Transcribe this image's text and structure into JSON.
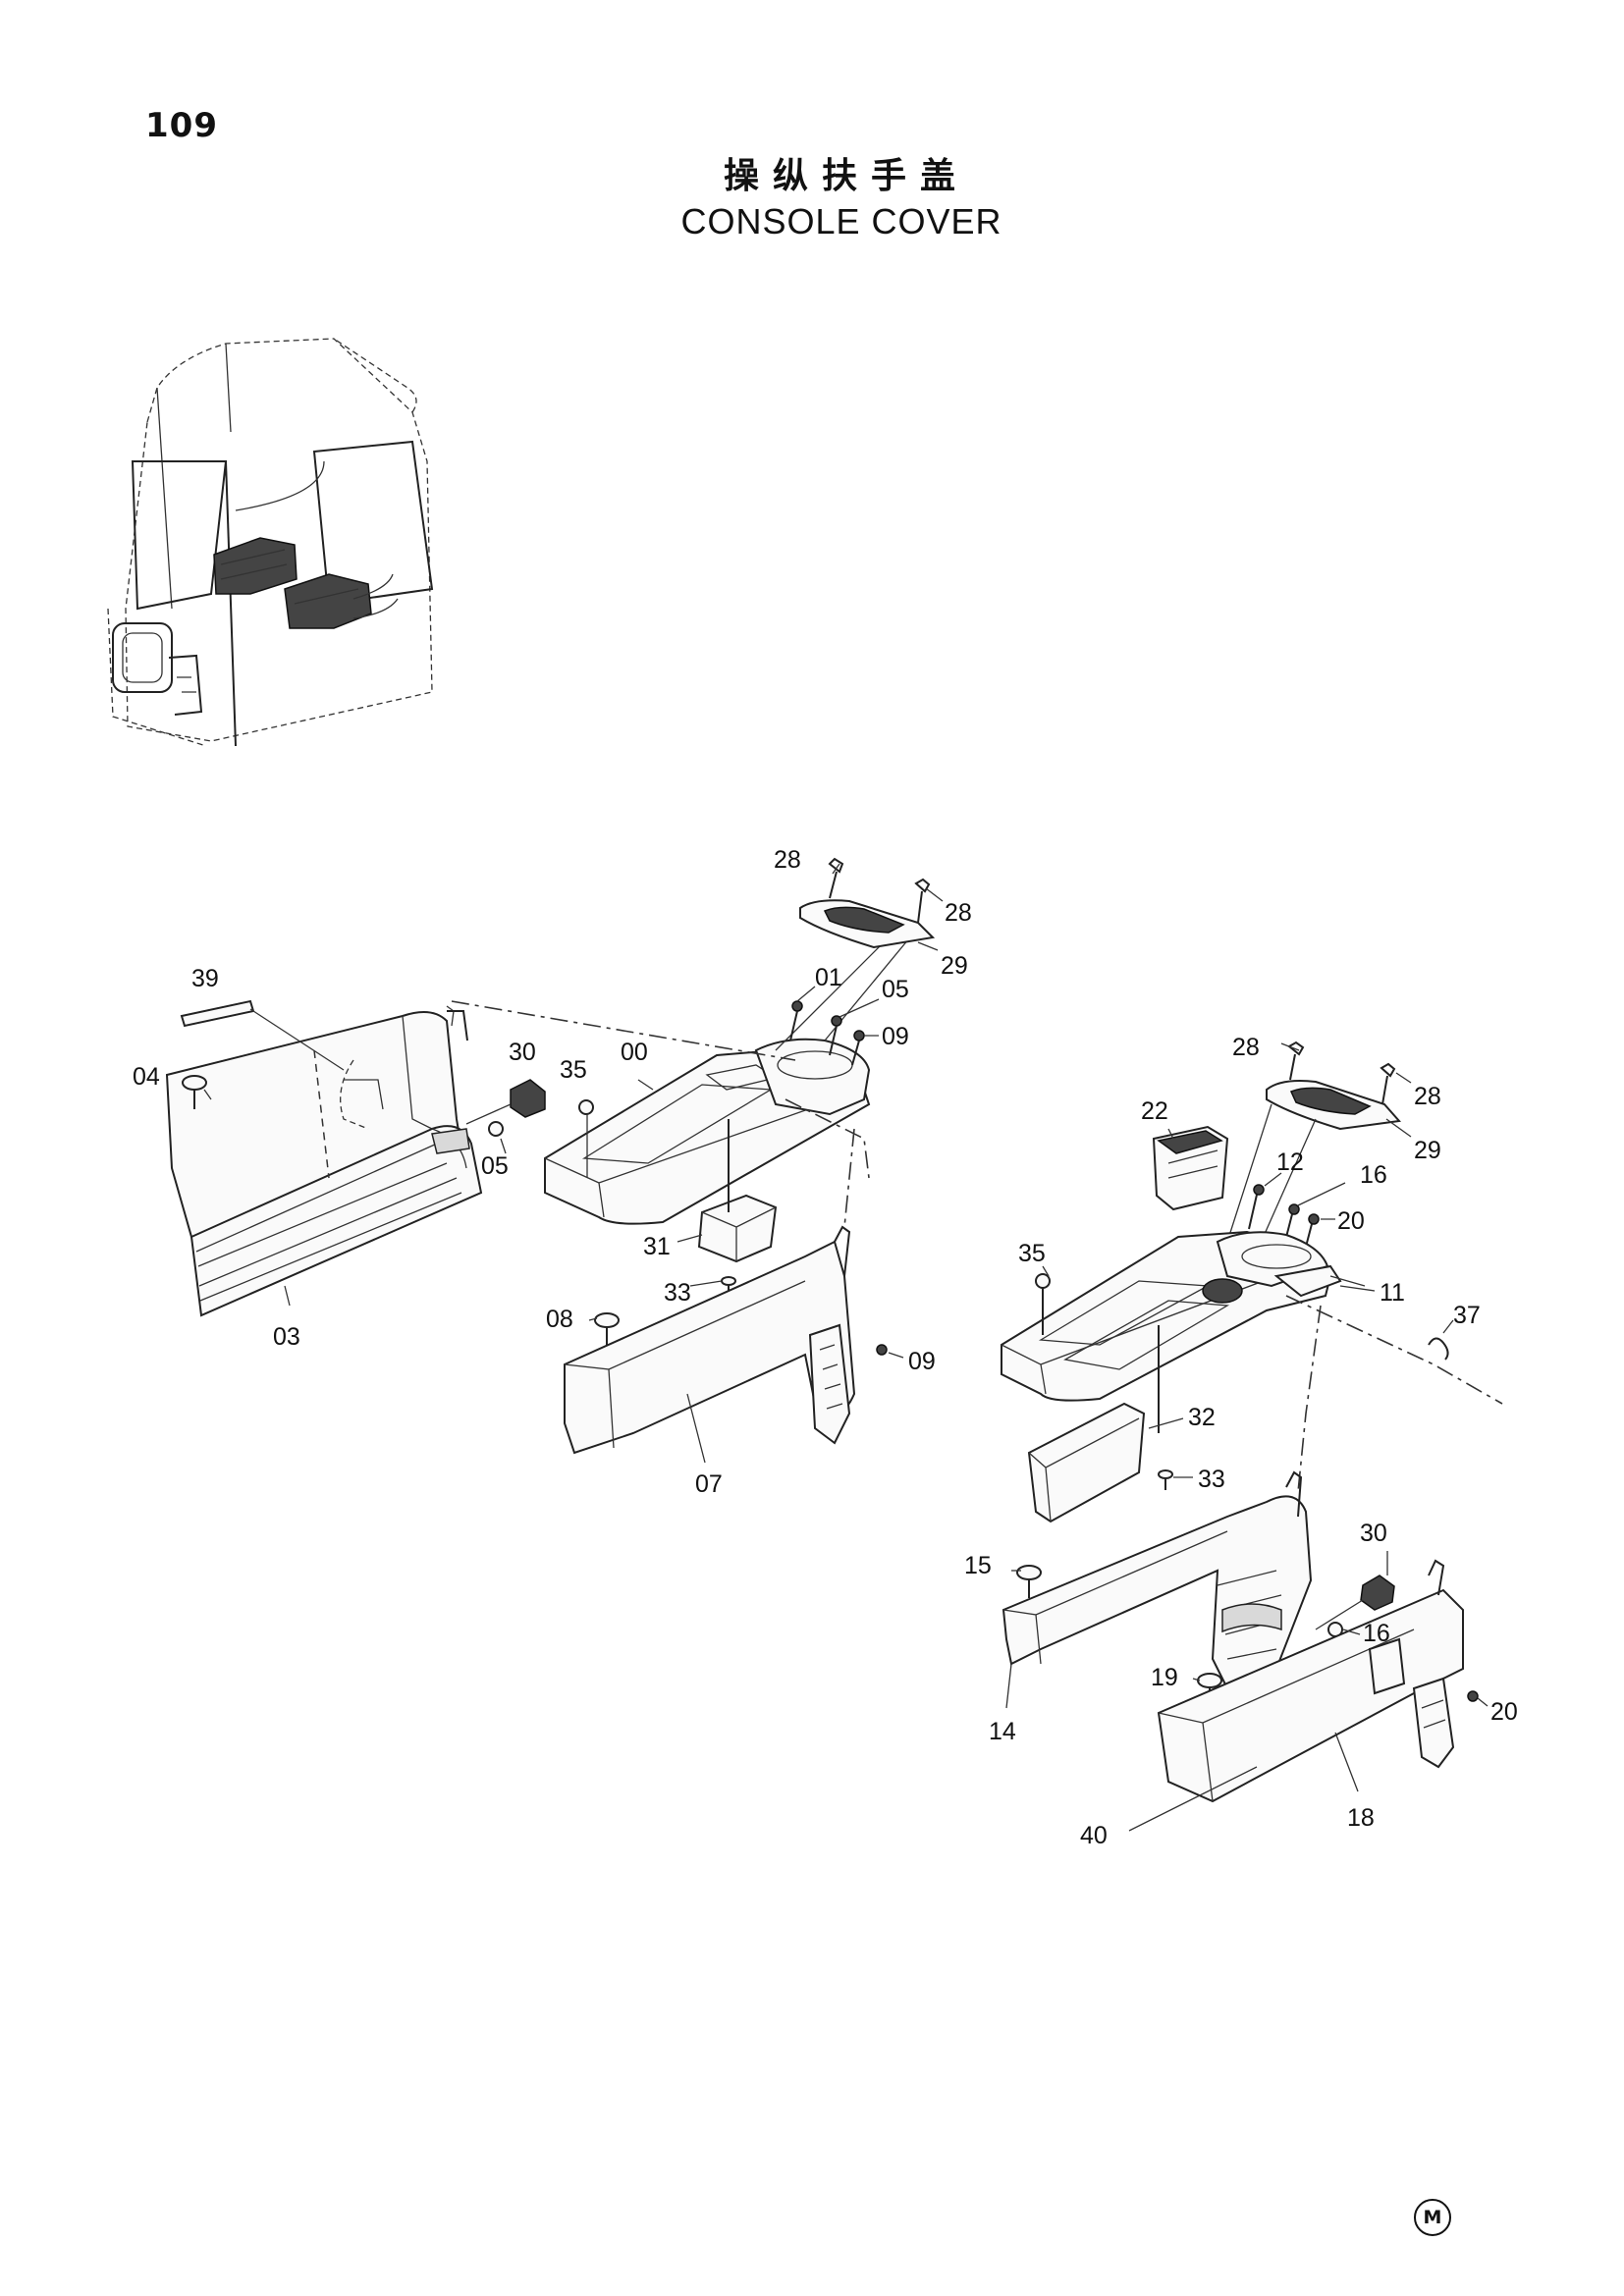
{
  "header": {
    "page_number": "109",
    "title_cn": "操纵扶手盖",
    "title_en": "CONSOLE COVER"
  },
  "callouts": {
    "c28a": "28",
    "c28b": "28",
    "c29a": "29",
    "c01": "01",
    "c05a": "05",
    "c09a": "09",
    "c39": "39",
    "c04": "04",
    "c30a": "30",
    "c35a": "35",
    "c00": "00",
    "c05b": "05",
    "c03": "03",
    "c31": "31",
    "c33a": "33",
    "c08": "08",
    "c09b": "09",
    "c07": "07",
    "c28c": "28",
    "c28d": "28",
    "c29b": "29",
    "c22": "22",
    "c12": "12",
    "c16a": "16",
    "c20a": "20",
    "c35b": "35",
    "c11": "11",
    "c37": "37",
    "c32": "32",
    "c33b": "33",
    "c30b": "30",
    "c15": "15",
    "c16b": "16",
    "c19": "19",
    "c20b": "20",
    "c14": "14",
    "c18": "18",
    "c40": "40"
  },
  "footer": {
    "mark": "M"
  }
}
